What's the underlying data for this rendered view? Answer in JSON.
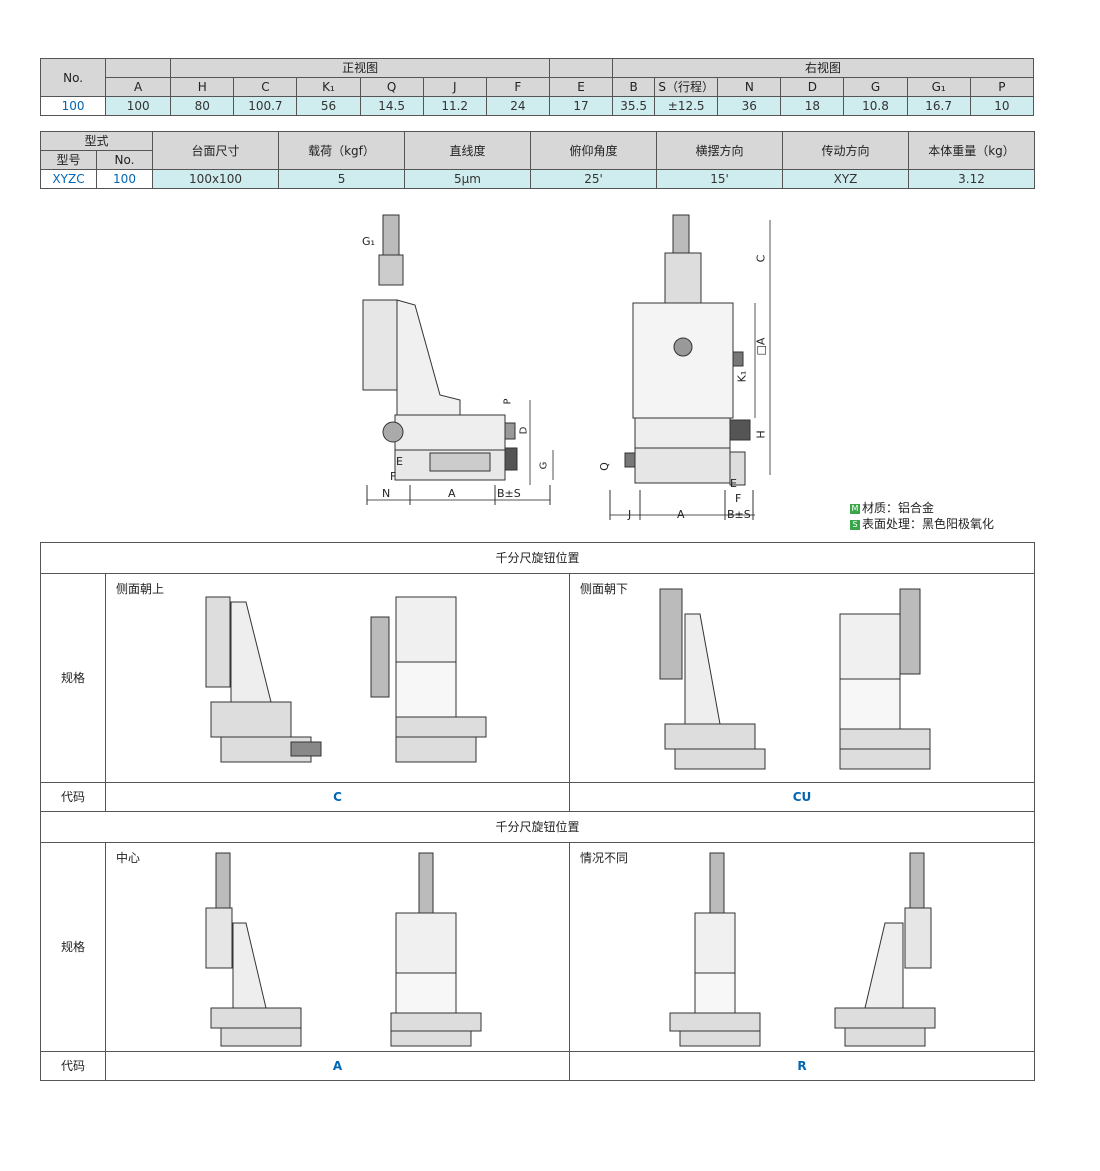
{
  "table1": {
    "no_label": "No.",
    "front_view": "正视图",
    "right_view": "右视图",
    "headers": [
      "A",
      "H",
      "C",
      "K₁",
      "Q",
      "J",
      "F",
      "E",
      "B",
      "S（行程）",
      "N",
      "D",
      "G",
      "G₁",
      "P"
    ],
    "row_no": "100",
    "values": [
      "100",
      "80",
      "100.7",
      "56",
      "14.5",
      "11.2",
      "24",
      "17",
      "35.5",
      "±12.5",
      "36",
      "18",
      "10.8",
      "16.7",
      "10"
    ]
  },
  "table2": {
    "type_label": "型式",
    "model_label": "型号",
    "no_label": "No.",
    "headers": [
      "台面尺寸",
      "载荷（kgf）",
      "直线度",
      "俯仰角度",
      "横摆方向",
      "传动方向",
      "本体重量（kg）"
    ],
    "model": "XYZC",
    "no": "100",
    "values": [
      "100x100",
      "5",
      "5μm",
      "25'",
      "15'",
      "XYZ",
      "3.12"
    ]
  },
  "drawing_labels": {
    "left": [
      "G₁",
      "P",
      "D",
      "G",
      "E",
      "F",
      "N",
      "A",
      "B±S"
    ],
    "right": [
      "C",
      "□A",
      "K₁",
      "H",
      "Q",
      "E",
      "F",
      "J",
      "A",
      "B±S"
    ]
  },
  "notes": {
    "material_mark": "M",
    "material": "材质：铝合金",
    "surface_mark": "S",
    "surface": "表面处理：黑色阳极氧化"
  },
  "positions": {
    "section_title": "千分尺旋钮位置",
    "spec_label": "规格",
    "code_label": "代码",
    "top_left_label": "侧面朝上",
    "top_left_code": "C",
    "top_right_label": "侧面朝下",
    "top_right_code": "CU",
    "bottom_left_label": "中心",
    "bottom_left_code": "A",
    "bottom_right_label": "情况不同",
    "bottom_right_code": "R"
  },
  "colors": {
    "value_fill": "#cfecee",
    "header_fill": "#d7d7d7",
    "code_blue": "#0066b3",
    "mark_green": "#3aa64a"
  }
}
